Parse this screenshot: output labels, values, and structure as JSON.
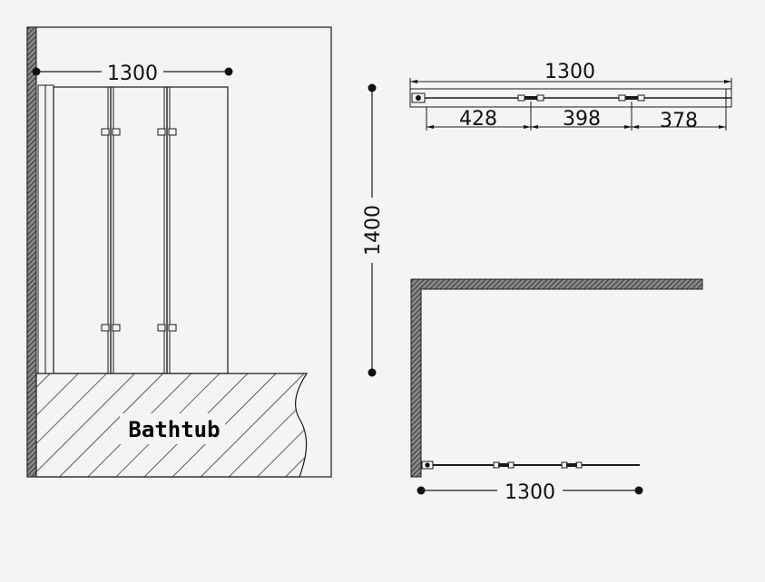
{
  "front_view": {
    "width_label": "1300",
    "tub_label": "Bathtub"
  },
  "top_view": {
    "total_label": "1300",
    "segments": [
      "428",
      "398",
      "378"
    ]
  },
  "height_label": "1400",
  "plan_view": {
    "width_label": "1300"
  },
  "colors": {
    "line": "#1a1a1a",
    "background": "#f4f4f6",
    "wall_fill": "#555555"
  }
}
